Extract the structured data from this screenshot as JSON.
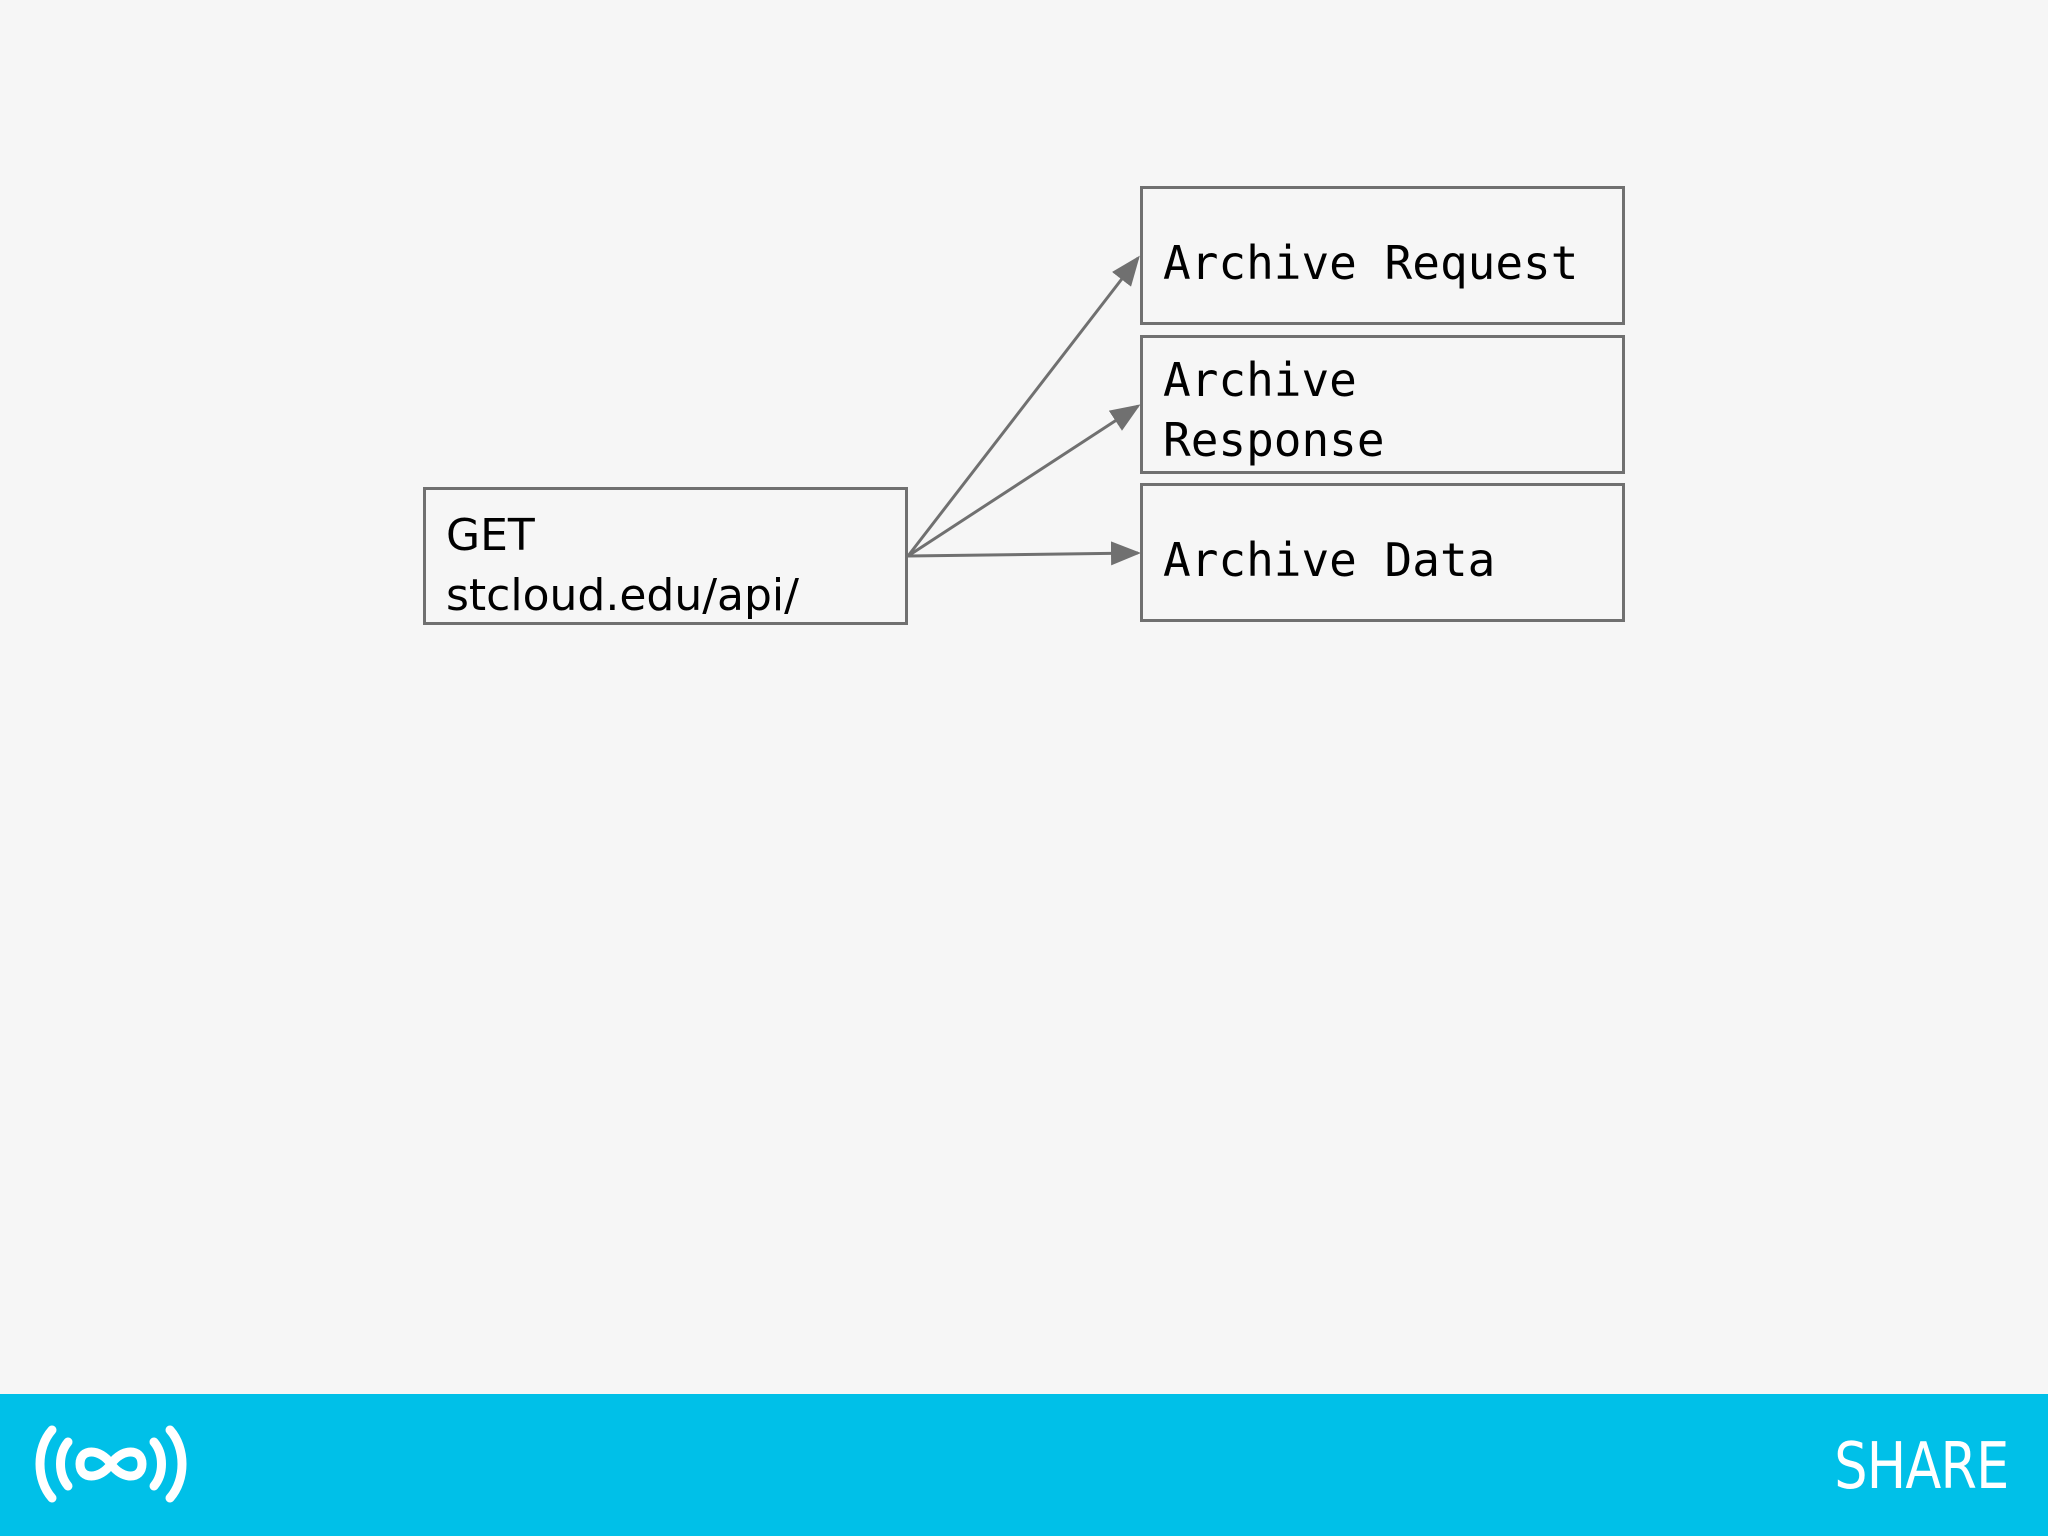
{
  "diagram": {
    "source": {
      "label": "GET\nstcloud.edu/api/"
    },
    "targets": [
      {
        "id": "request",
        "label": "Archive Request"
      },
      {
        "id": "response",
        "label": "Archive\nResponse"
      },
      {
        "id": "data",
        "label": "Archive Data"
      }
    ],
    "edges": [
      {
        "from": "source",
        "to": "request"
      },
      {
        "from": "source",
        "to": "response"
      },
      {
        "from": "source",
        "to": "data"
      }
    ],
    "colors": {
      "stroke": "#707070",
      "background": "#f6f6f6"
    }
  },
  "footer": {
    "brand": "SHARE",
    "logo_icon": "infinity-broadcast-icon",
    "color": "#00c0e8"
  }
}
